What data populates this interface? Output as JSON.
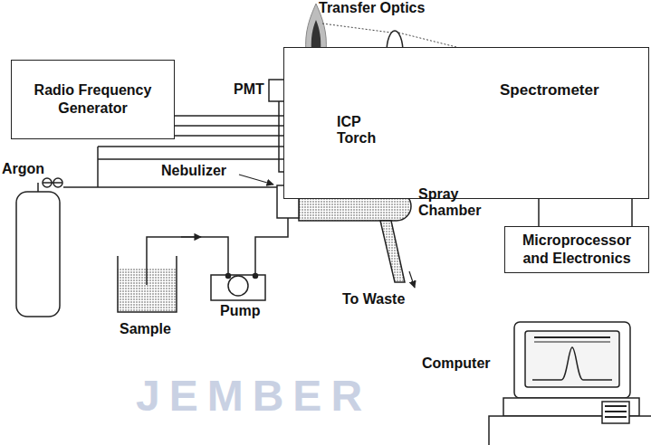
{
  "diagram": {
    "nodes": [
      {
        "text": [
          "Radio Frequency Generator"
        ]
      },
      {
        "text": [
          "Spectrometer"
        ]
      },
      {
        "text": [
          "Microprocessor and Electronics"
        ]
      }
    ],
    "edges": [
      {
        "from": 1,
        "to": 2,
        "arrow": "none"
      }
    ],
    "labels": [
      "Transfer Optics",
      "PMT",
      "ICP Torch",
      "Argon",
      "Nebulizer",
      "Spray Chamber",
      "To Waste",
      "Sample",
      "Pump",
      "Computer",
      "JEMBER"
    ]
  }
}
